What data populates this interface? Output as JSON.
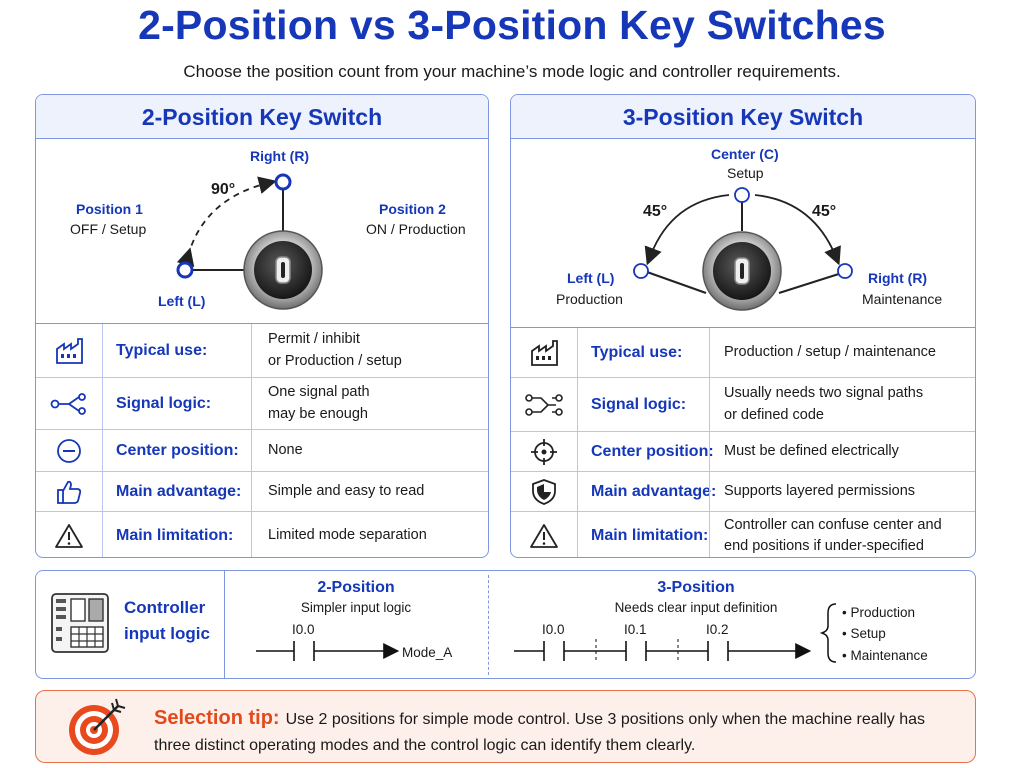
{
  "title": "2-Position vs 3-Position Key Switches",
  "subtitle": "Choose the position count from your machine’s mode logic and controller requirements.",
  "colors": {
    "accent": "#1537b8",
    "border": "#7f97e0",
    "tip": "#e24a1c"
  },
  "left_panel": {
    "heading": "2-Position Key Switch",
    "diagram": {
      "right_label": "Right (R)",
      "left_label": "Left (L)",
      "angle": "90°",
      "pos1_title": "Position 1",
      "pos1_sub": "OFF / Setup",
      "pos2_title": "Position 2",
      "pos2_sub": "ON / Production"
    },
    "rows": [
      {
        "icon": "factory-icon",
        "label": "Typical use:",
        "value": "Permit / inhibit\nor Production / setup"
      },
      {
        "icon": "signal-path-icon",
        "label": "Signal logic:",
        "value": "One signal path\nmay be enough"
      },
      {
        "icon": "minus-circle-icon",
        "label": "Center position:",
        "value": "None"
      },
      {
        "icon": "thumbs-up-icon",
        "label": "Main advantage:",
        "value": "Simple and easy to read"
      },
      {
        "icon": "warning-icon",
        "label": "Main limitation:",
        "value": "Limited mode separation"
      }
    ]
  },
  "right_panel": {
    "heading": "3-Position Key Switch",
    "diagram": {
      "center_label": "Center (C)",
      "center_sub": "Setup",
      "left_label": "Left (L)",
      "left_sub": "Production",
      "right_label": "Right (R)",
      "right_sub": "Maintenance",
      "angle_left": "45°",
      "angle_right": "45°"
    },
    "rows": [
      {
        "icon": "factory-icon",
        "label": "Typical use:",
        "value": "Production / setup / maintenance"
      },
      {
        "icon": "signal-paths-icon",
        "label": "Signal logic:",
        "value": "Usually needs two signal paths\nor defined code"
      },
      {
        "icon": "crosshair-icon",
        "label": "Center position:",
        "value": "Must be defined electrically"
      },
      {
        "icon": "shield-icon",
        "label": "Main advantage:",
        "value": "Supports layered permissions"
      },
      {
        "icon": "warning-icon",
        "label": "Main limitation:",
        "value": "Controller can confuse center and\nend positions if under-specified"
      }
    ]
  },
  "controller": {
    "title": "Controller\ninput logic",
    "two_pos": {
      "title": "2-Position",
      "sub": "Simpler input logic",
      "contact": "I0.0",
      "output": "Mode_A"
    },
    "three_pos": {
      "title": "3-Position",
      "sub": "Needs clear input definition",
      "contacts": [
        "I0.0",
        "I0.1",
        "I0.2"
      ],
      "modes": [
        "• Production",
        "• Setup",
        "• Maintenance"
      ]
    }
  },
  "tip": {
    "label": "Selection tip:",
    "text": "Use 2 positions for simple mode control. Use 3 positions only when the machine really has three distinct operating modes and the control logic can identify them clearly."
  }
}
